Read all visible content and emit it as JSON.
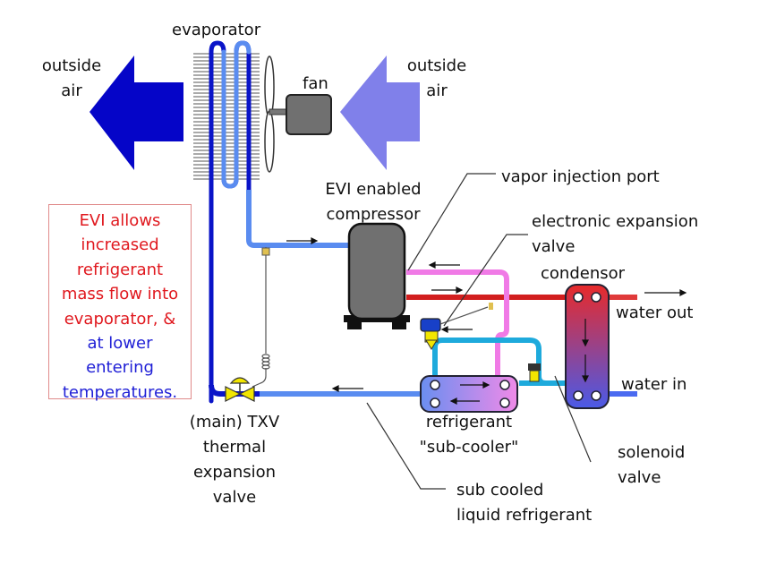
{
  "labels": {
    "evaporator": "evaporator",
    "outside_air_left": [
      "outside",
      "air"
    ],
    "outside_air_right": [
      "outside",
      "air"
    ],
    "fan": "fan",
    "compressor": [
      "EVI enabled",
      "compressor"
    ],
    "vapor_injection_port": "vapor injection port",
    "eev": [
      "electronic expansion",
      "valve"
    ],
    "condensor": "condensor",
    "water_out": "water out",
    "water_in": "water in",
    "txv": [
      "(main) TXV",
      "thermal",
      "expansion",
      "valve"
    ],
    "subcooler": [
      "refrigerant",
      "\"sub-cooler\""
    ],
    "solenoid": [
      "solenoid",
      "valve"
    ],
    "subcooled_liquid": [
      "sub cooled",
      "liquid refrigerant"
    ]
  },
  "note": {
    "red_lines": [
      "EVI allows",
      "increased",
      "refrigerant",
      "mass flow into",
      "evaporator, &"
    ],
    "blue_lines": [
      "at lower",
      "entering",
      "temperatures."
    ],
    "red_color": "#e0181e",
    "blue_color": "#1f1fd6"
  },
  "colors": {
    "dark_blue_pipe": "#0a14c8",
    "light_blue_pipe": "#5a8cf0",
    "red_pipe": "#d21e1e",
    "pink_pipe": "#f07ae6",
    "cyan_pipe": "#1eaadc",
    "arrow_dark": "#0505c8",
    "arrow_light": "#8080ea",
    "component_gray": "#707070"
  }
}
